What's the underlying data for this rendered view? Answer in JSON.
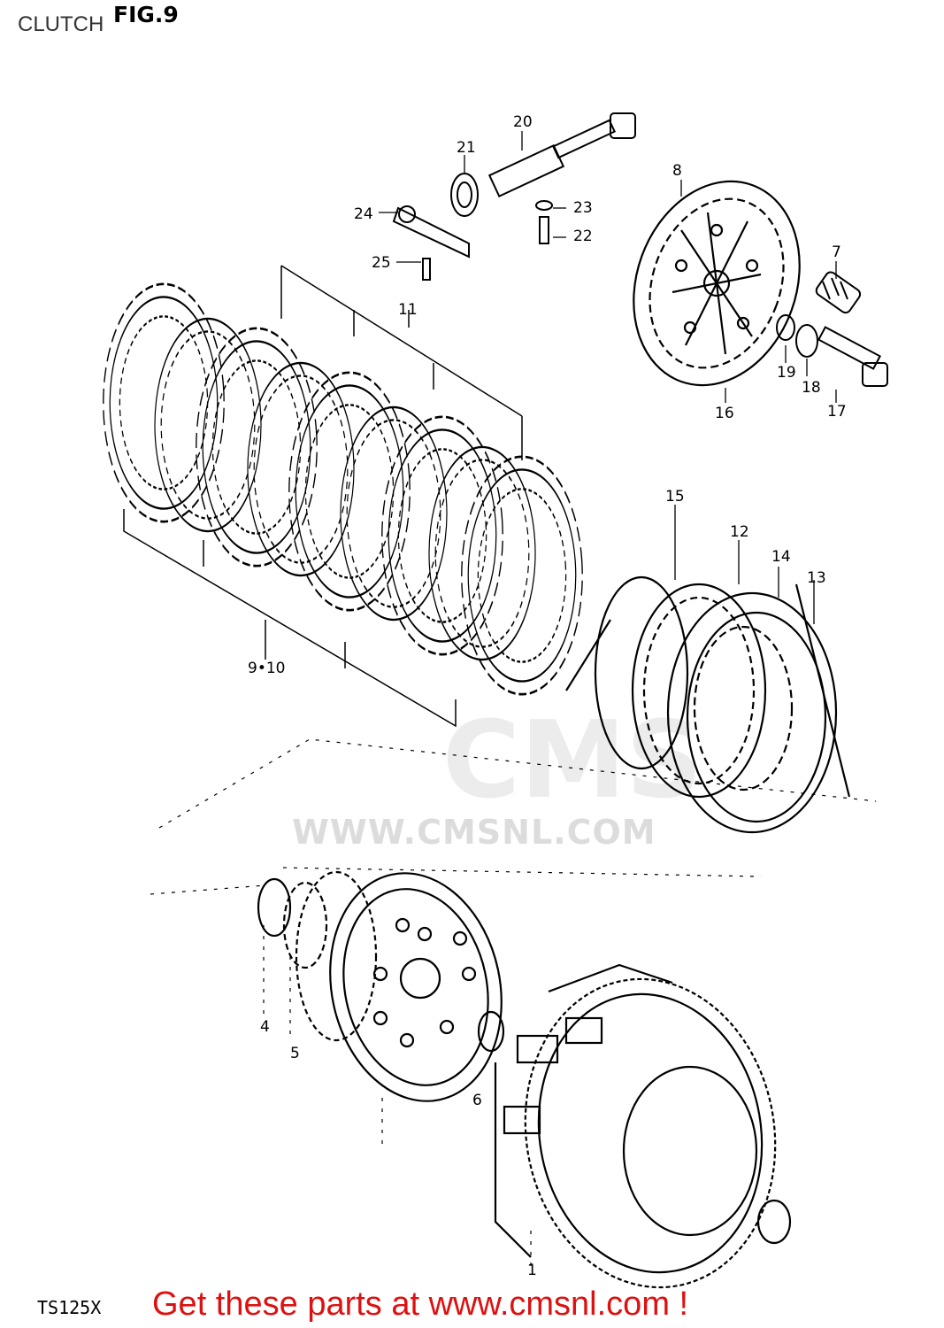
{
  "header": {
    "title": "CLUTCH",
    "figure": "FIG.9"
  },
  "model_code": "TS125X",
  "footer_text": "Get these parts at www.cmsnl.com !",
  "watermark": {
    "logo": "CMS",
    "url": "WWW.CMSNL.COM"
  },
  "part_labels": [
    "1",
    "4",
    "5",
    "6",
    "7",
    "8",
    "9•10",
    "11",
    "12",
    "13",
    "14",
    "15",
    "16",
    "17",
    "18",
    "19",
    "20",
    "21",
    "22",
    "23",
    "24",
    "25"
  ],
  "colors": {
    "ink": "#000000",
    "footer": "#dd1111",
    "watermark": "#dcdcdc"
  }
}
